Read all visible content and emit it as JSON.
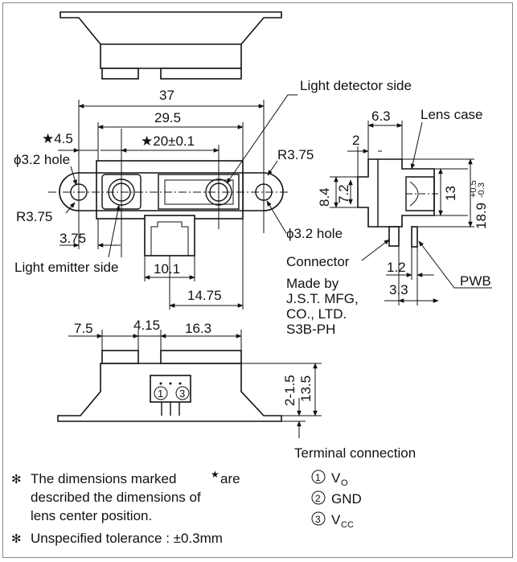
{
  "top_view": {
    "dim_37": "37",
    "dim_29_5": "29.5",
    "dim_20": "★20±0.1",
    "dim_4_5": "★4.5",
    "dim_3_75": "3.75",
    "dim_10_1": "10.1",
    "dim_14_75": "14.75",
    "hole_left": "ϕ3.2 hole",
    "hole_right": "ϕ3.2 hole",
    "r_left": "R3.75",
    "r_right": "R3.75",
    "light_detector_side": "Light detector side",
    "light_emitter_side": "Light emitter side"
  },
  "side_view": {
    "lens_case": "Lens case",
    "dim_6_3": "6.3",
    "dim_2": "2",
    "dim_8_4": "8.4",
    "dim_7_2": "7.2",
    "dim_13": "13",
    "dim_18_9": "18.9",
    "tol_plus": "+0.5",
    "tol_minus": "-0.3",
    "connector": "Connector",
    "dim_1_2": "1.2",
    "dim_3_3": "3.3",
    "pwb": "PWB",
    "made_by": [
      "Made by",
      "J.S.T. MFG,",
      "CO., LTD.",
      "S3B-PH"
    ]
  },
  "bottom_view": {
    "dim_7_5": "7.5",
    "dim_4_15": "4.15",
    "dim_16_3": "16.3",
    "dim_2_1_5": "2-1.5",
    "dim_13_5": "13.5",
    "pin1": "1",
    "pin3": "3"
  },
  "terminal": {
    "title": "Terminal connection",
    "pins": [
      {
        "num": "1",
        "name": "V",
        "sub": "O"
      },
      {
        "num": "2",
        "name": "GND",
        "sub": ""
      },
      {
        "num": "3",
        "name": "V",
        "sub": "CC"
      }
    ]
  },
  "notes": {
    "symbol": "✻",
    "line1a": "The dimensions marked",
    "star": "★",
    "line1b": "are",
    "line2": "described the dimensions of",
    "line3": "lens center position.",
    "line4": "Unspecified tolerance : ±0.3mm"
  }
}
